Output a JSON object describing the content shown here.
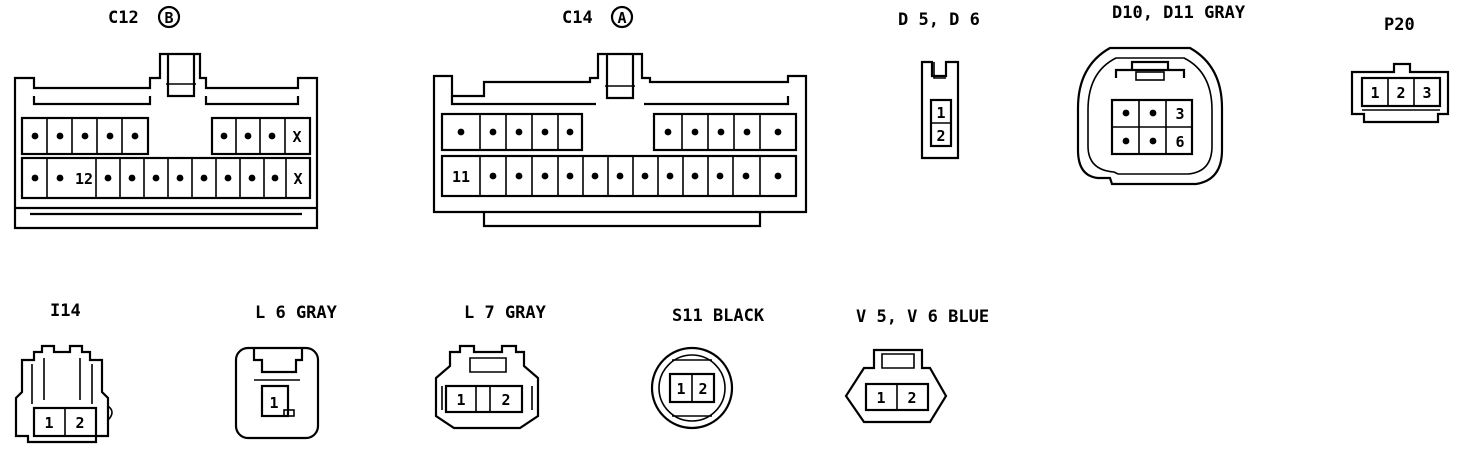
{
  "colors": {
    "ink": "#000000",
    "background": "#ffffff"
  },
  "connectors": {
    "c12": {
      "code": "C12",
      "badge": "B",
      "pin_x": "X",
      "pin_12": "12"
    },
    "c14": {
      "code": "C14",
      "badge": "A",
      "pin_11": "11"
    },
    "d5d6": {
      "title": "D 5, D 6",
      "pins": [
        "1",
        "2"
      ]
    },
    "d10d11": {
      "title": "D10, D11  GRAY",
      "pins": [
        "3",
        "6"
      ]
    },
    "p20": {
      "title": "P20",
      "pins": [
        "1",
        "2",
        "3"
      ]
    },
    "i14": {
      "title": "I14",
      "pins": [
        "1",
        "2"
      ]
    },
    "l6": {
      "title": "L 6  GRAY",
      "pins": [
        "1"
      ]
    },
    "l7": {
      "title": "L 7  GRAY",
      "pins": [
        "1",
        "2"
      ]
    },
    "s11": {
      "title": "S11  BLACK",
      "pins": [
        "1",
        "2"
      ]
    },
    "v5v6": {
      "title": "V 5, V 6  BLUE",
      "pins": [
        "1",
        "2"
      ]
    }
  }
}
